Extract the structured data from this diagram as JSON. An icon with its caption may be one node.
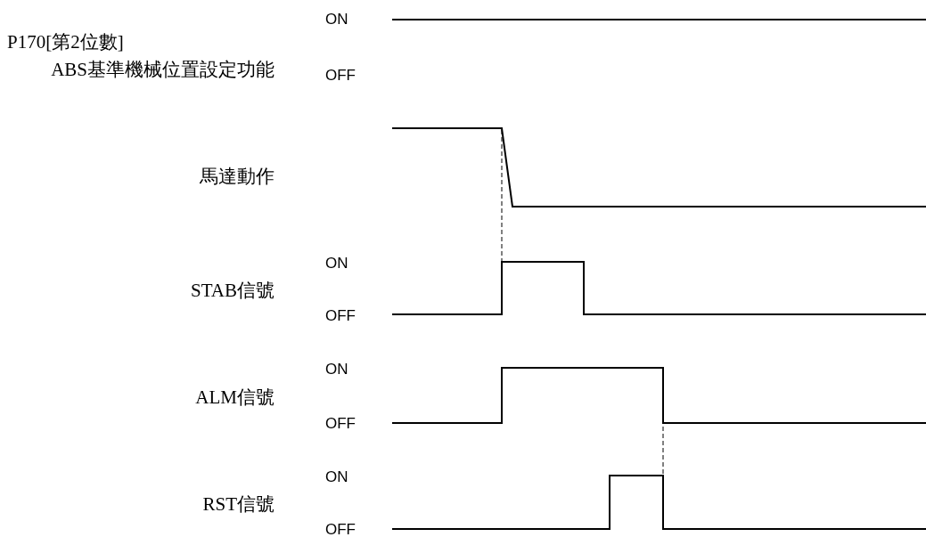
{
  "diagram": {
    "labels": [
      "ON",
      "P170[第2位數]",
      "ABS基準機械位置設定功能",
      "OFF",
      "馬達動作",
      "ON",
      "STAB信號",
      "OFF",
      "ON",
      "ALM信號",
      "OFF",
      "ON",
      "RST信號",
      "OFF"
    ]
  }
}
